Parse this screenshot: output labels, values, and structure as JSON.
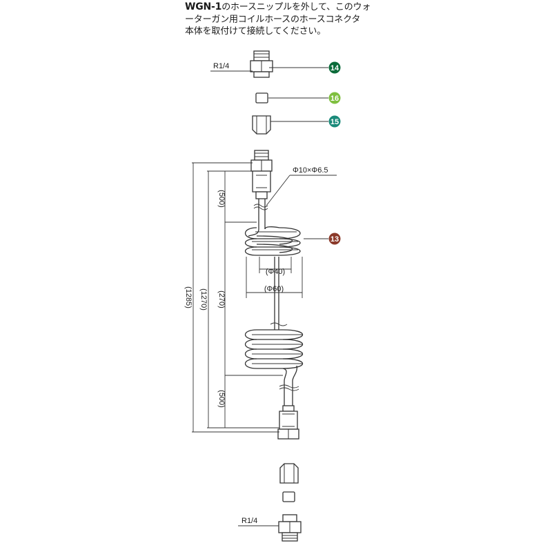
{
  "instruction": {
    "model": "WGN-1",
    "text_line1": "のホースニップルを外して、このウォ",
    "text_line2": "ーターガン用コイルホースのホースコネクタ",
    "text_line3": "本体を取付けて接続してください。"
  },
  "labels": {
    "thread_top": "R1/4",
    "thread_bottom": "R1/4",
    "hose_size": "Φ10×Φ6.5",
    "coil_inner": "(Φ40)",
    "coil_outer": "(Φ60)",
    "total_length": "(1285)",
    "inner_length": "(1270)",
    "coil_length": "(270)",
    "top_tail": "(500)",
    "bottom_tail": "(500)"
  },
  "badges": {
    "b14": {
      "number": "14",
      "color": "#0b6b3a"
    },
    "b16": {
      "number": "16",
      "color": "#7fbf3f"
    },
    "b15": {
      "number": "15",
      "color": "#1a8a7a"
    },
    "b13": {
      "number": "13",
      "color": "#8b3a2a"
    }
  }
}
